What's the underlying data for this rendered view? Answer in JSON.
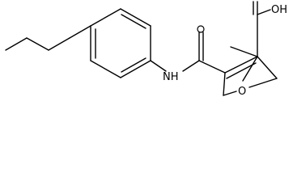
{
  "diagram": {
    "type": "skeletal-formula",
    "atom_labels": {
      "carboxylic_acid": "OH",
      "amide_nitrogen": "NH",
      "bridge_oxygen": "O"
    },
    "colors": {
      "bonds": "#000000",
      "background": "#ffffff"
    }
  }
}
